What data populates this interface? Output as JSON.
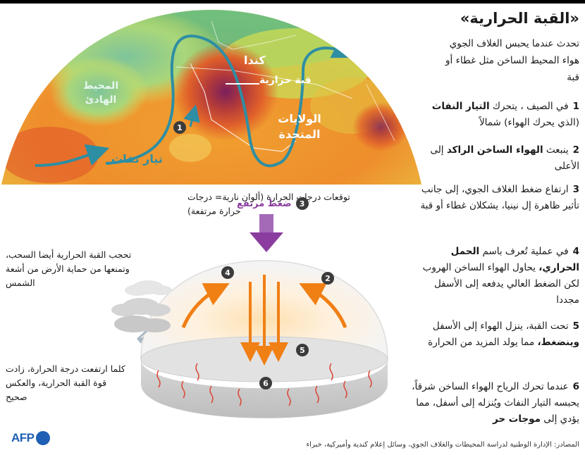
{
  "title": "«القبة الحرارية»",
  "intro": "تحدث عندما يحبس الغلاف الجوي هواء المحيط الساخن مثل غطاء أو قبة",
  "steps": [
    {
      "num": "1",
      "pre": "في الصيف ، يتحرك ",
      "bold": "التيار النفاث",
      "post": " (الذي يحرك الهواء) شمالاً"
    },
    {
      "num": "2",
      "pre": "ينبعث ",
      "bold": "الهواء الساخن الراكد",
      "post": " إلى الأعلى"
    },
    {
      "num": "3",
      "pre": "ارتفاع ضغط الغلاف الجوي، إلى جانب تأثير ظاهرة إل نينيا، يشكلان غطاء أو قبة",
      "bold": "",
      "post": ""
    },
    {
      "num": "4",
      "pre": "في عملية تُعرف باسم ",
      "bold": "الحمل الحراري،",
      "post": " يحاول الهواء الساخن الهروب لكن الضغط العالي يدفعه إلى الأسفل مجددا"
    },
    {
      "num": "5",
      "pre": "تحت القبة، ينزل الهواء إلى الأسفل ",
      "bold": "وينضغط،",
      "post": " مما يولد المزيد من الحرارة"
    },
    {
      "num": "6",
      "pre": "عندما تحرك الرياح الهواء الساخن شرقاً، يحبسه التيار النفاث ويُنزله إلى أسفل، مما يؤدي إلى ",
      "bold": "موجات حر",
      "post": ""
    }
  ],
  "globe_labels": {
    "pacific": "المحيط الهادئ",
    "canada": "كندا",
    "heat_dome": "قبة حرارية",
    "usa": "الولايات المتحدة",
    "jet_stream": "تيار نفاث",
    "marker": "1"
  },
  "legend": "توقعات درجات الحرارة (ألوان نارية= درجات حرارة مرتفعة)",
  "high_pressure": {
    "num": "3",
    "label": "ضغط مرتفع"
  },
  "dome_markers": [
    "2",
    "4",
    "5",
    "6"
  ],
  "clouds_text": "تحجب القبة الحرارية أيضا السحب، وتمنعها من حماية الأرض من أشعة الشمس",
  "feedback_text": "كلما ارتفعت درجة الحرارة، زادت قوة القبة الحرارية، والعكس صحيح",
  "sources": "المصادر: الإدارة الوطنية لدراسة المحيطات والغلاف الجوي، وسائل إعلام كندية وأميركية، خبراء",
  "logo": "AFP",
  "colors": {
    "jet": "#2e8ea3",
    "purple": "#8a3d9e",
    "arrow": "#f07f14",
    "core": "#7a1f5c"
  }
}
